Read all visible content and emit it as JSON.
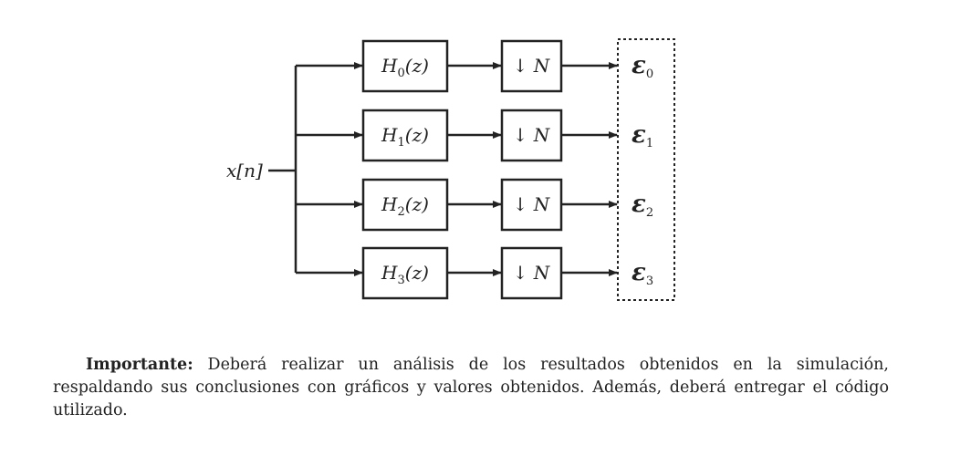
{
  "diagram": {
    "input_label": "x[n]",
    "filters": [
      {
        "name": "H",
        "sub": "0",
        "arg": "(z)"
      },
      {
        "name": "H",
        "sub": "1",
        "arg": "(z)"
      },
      {
        "name": "H",
        "sub": "2",
        "arg": "(z)"
      },
      {
        "name": "H",
        "sub": "3",
        "arg": "(z)"
      }
    ],
    "downsampler": {
      "arrow": "↓",
      "factor": "N"
    },
    "outputs": [
      {
        "symbol": "ε",
        "sub": "0"
      },
      {
        "symbol": "ε",
        "sub": "1"
      },
      {
        "symbol": "ε",
        "sub": "2"
      },
      {
        "symbol": "ε",
        "sub": "3"
      }
    ]
  },
  "note": {
    "heading": "Importante:",
    "body": " Deberá realizar un análisis de los resultados obtenidos en la simulación, respaldando sus conclusiones con gráficos y valores obtenidos. Además, deberá entregar el código utilizado."
  }
}
